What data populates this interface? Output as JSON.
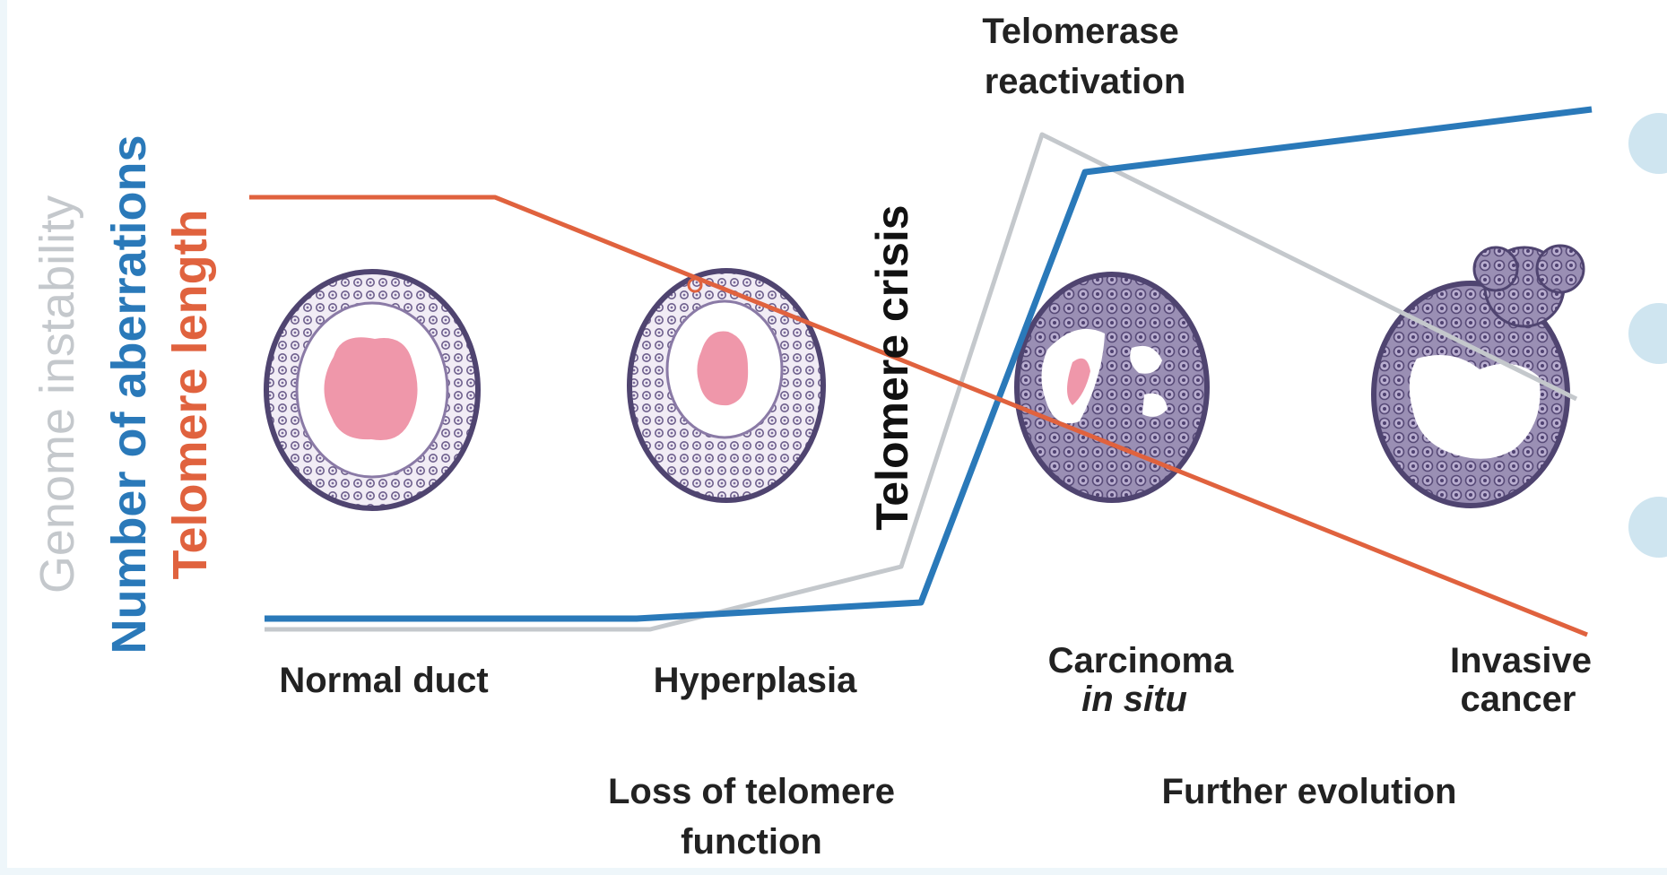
{
  "axis_labels": {
    "genome_instability": "Genome instability",
    "aberrations": "Number of aberrations",
    "telomere_length": "Telomere length"
  },
  "annotations": {
    "telomerase_line1": "Telomerase",
    "telomerase_line2": "reactivation",
    "telomere_crisis": "Telomere crisis"
  },
  "stages": {
    "normal": "Normal duct",
    "hyperplasia": "Hyperplasia",
    "carcinoma_line1": "Carcinoma",
    "carcinoma_line2": "in situ",
    "invasive_line1": "Invasive",
    "invasive_line2": "cancer"
  },
  "phases": {
    "loss_line1": "Loss of telomere",
    "loss_line2": "function",
    "further": "Further evolution"
  },
  "colors": {
    "telomere_length": "#e0623e",
    "aberrations": "#2a79b9",
    "genome_instability": "#c4c8cc",
    "cell_outline": "#5c4f78",
    "lumen": "#ef97aa",
    "text": "#222222"
  }
}
